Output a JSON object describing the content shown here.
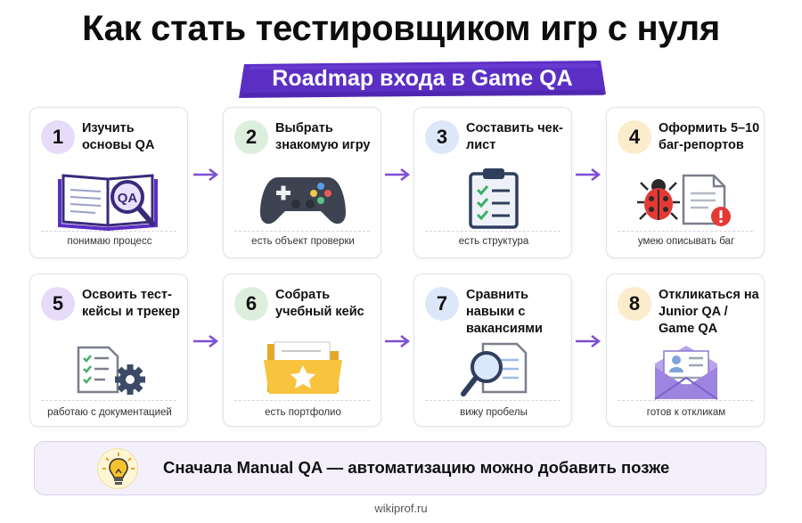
{
  "title": "Как стать тестировщиком игр с нуля",
  "subtitle": "Roadmap входа в Game QA",
  "colors": {
    "accent": "#5b2fc4",
    "arrow": "#7c4fd6"
  },
  "steps": [
    {
      "number": "1",
      "title": "Изучить основы QA",
      "caption": "понимаю процесс",
      "icon": "book-magnifier-icon",
      "badge_color": "#e6dcfa"
    },
    {
      "number": "2",
      "title": "Выбрать знакомую игру",
      "caption": "есть объект проверки",
      "icon": "gamepad-icon",
      "badge_color": "#dcefdc"
    },
    {
      "number": "3",
      "title": "Составить чек-лист",
      "caption": "есть структура",
      "icon": "clipboard-checklist-icon",
      "badge_color": "#dce8fa"
    },
    {
      "number": "4",
      "title": "Оформить 5–10 баг-репортов",
      "caption": "умею описывать баг",
      "icon": "bug-report-icon",
      "badge_color": "#fbeccc"
    },
    {
      "number": "5",
      "title": "Освоить тест-кейсы и трекер",
      "caption": "работаю с документацией",
      "icon": "document-gear-icon",
      "badge_color": "#e6dcfa"
    },
    {
      "number": "6",
      "title": "Собрать учебный кейс",
      "caption": "есть портфолио",
      "icon": "folder-star-icon",
      "badge_color": "#dcefdc"
    },
    {
      "number": "7",
      "title": "Сравнить навыки с вакансиями",
      "caption": "вижу пробелы",
      "icon": "search-document-icon",
      "badge_color": "#dce8fa"
    },
    {
      "number": "8",
      "title": "Откликаться на Junior QA / Game QA",
      "caption": "готов к откликам",
      "icon": "envelope-resume-icon",
      "badge_color": "#fbeccc"
    }
  ],
  "tip": {
    "text": "Сначала Manual QA — автоматизацию можно добавить позже",
    "icon": "lightbulb-icon"
  },
  "footer": "wikiprof.ru"
}
